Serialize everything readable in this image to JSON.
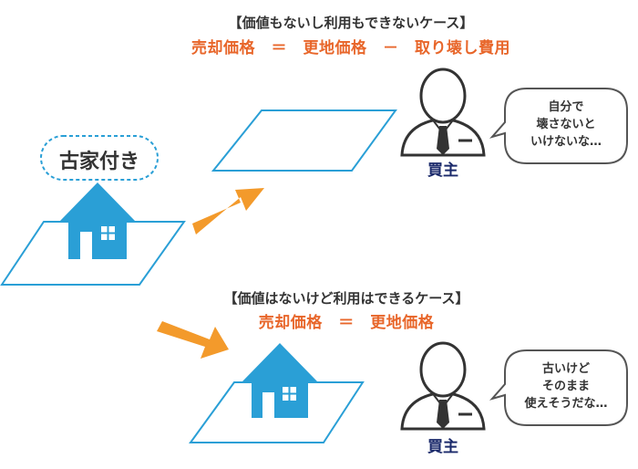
{
  "colors": {
    "accent_orange": "#f39a2b",
    "formula_orange": "#e8662a",
    "house_blue": "#2a9fd6",
    "plot_outline": "#2a9fd6",
    "buyer_navy": "#1b2a6b",
    "bubble_outline": "#555555"
  },
  "case1": {
    "title": "【価値もないし利用もできないケース】",
    "formula": "売却価格　＝　更地価格　－　取り壊し費用",
    "buyer_label": "買主",
    "speech": [
      "自分で",
      "壊さないと",
      "いけないな…"
    ]
  },
  "case2": {
    "title": "【価値はないけど利用はできるケース】",
    "formula": "売却価格　＝　更地価格",
    "buyer_label": "買主",
    "speech": [
      "古いけど",
      "そのまま",
      "使えそうだな…"
    ]
  },
  "left": {
    "old_house_label": "古家付き"
  },
  "icons": {
    "buyer": "businessman-icon",
    "house": "house-icon",
    "arrow": "arrow-icon"
  }
}
